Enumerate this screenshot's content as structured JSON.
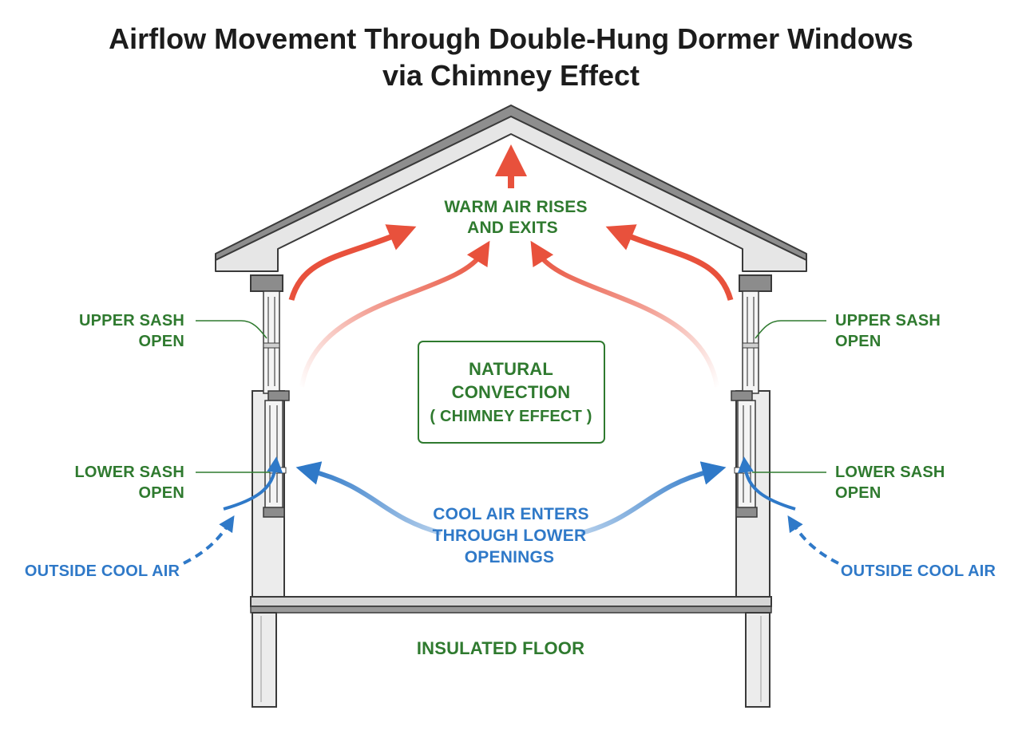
{
  "title": {
    "line1": "Airflow Movement Through Double-Hung Dormer Windows",
    "line2": "via Chimney Effect"
  },
  "labels": {
    "warm_air": [
      "WARM AIR RISES",
      "AND EXITS"
    ],
    "convection": [
      "NATURAL",
      "CONVECTION",
      "( CHIMNEY EFFECT )"
    ],
    "upper_sash_left": [
      "UPPER SASH",
      "OPEN"
    ],
    "upper_sash_right": [
      "UPPER SASH",
      "OPEN"
    ],
    "lower_sash_left": [
      "LOWER SASH",
      "OPEN"
    ],
    "lower_sash_right": [
      "LOWER SASH",
      "OPEN"
    ],
    "cool_air": [
      "COOL AIR ENTERS",
      "THROUGH LOWER",
      "OPENINGS"
    ],
    "outside_left": "OUTSIDE COOL AIR",
    "outside_right": "OUTSIDE COOL AIR",
    "floor": "INSULATED FLOOR"
  },
  "colors": {
    "warm_arrow": "#e8513c",
    "cool_arrow": "#2f79c8",
    "label_green": "#2f7a2f",
    "label_blue": "#2f79c8",
    "structure_fill": "#ececec",
    "roof_fill": "#8e8e8e",
    "outline": "#3a3a3a"
  }
}
